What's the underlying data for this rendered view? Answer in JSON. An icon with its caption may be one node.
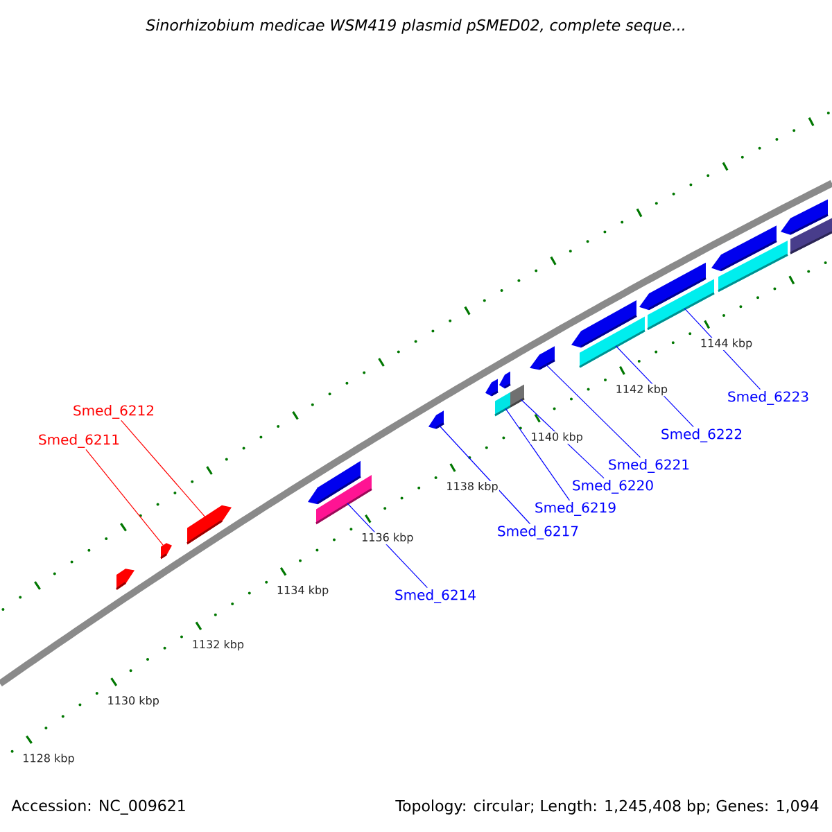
{
  "diagram": {
    "title": "Sinorhizobium medicae WSM419 plasmid pSMED02, complete seque...",
    "nodes": [
      {
        "text": [
          "Smed_6211"
        ]
      },
      {
        "text": [
          "Smed_6212"
        ]
      },
      {
        "text": [
          "Smed_6214"
        ]
      },
      {
        "text": [
          "Smed_6217"
        ]
      },
      {
        "text": [
          "Smed_6219"
        ]
      },
      {
        "text": [
          "Smed_6220"
        ]
      },
      {
        "text": [
          "Smed_6221"
        ]
      },
      {
        "text": [
          "Smed_6222"
        ]
      },
      {
        "text": [
          "Smed_6223"
        ]
      },
      {
        "text": [],
        "shape": "arrow"
      },
      {
        "text": [],
        "shape": "arrow"
      },
      {
        "text": [],
        "shape": "arrow"
      },
      {
        "text": [],
        "shape": "arrow"
      },
      {
        "text": [],
        "shape": "box"
      },
      {
        "text": [],
        "shape": "arrow"
      },
      {
        "text": [],
        "shape": "arrow"
      },
      {
        "text": [],
        "shape": "box"
      },
      {
        "text": [],
        "shape": "arrow"
      },
      {
        "text": [],
        "shape": "box"
      },
      {
        "text": [],
        "shape": "arrow"
      },
      {
        "text": [],
        "shape": "arrow"
      },
      {
        "text": [],
        "shape": "box"
      },
      {
        "text": [],
        "shape": "arrow"
      },
      {
        "text": [],
        "shape": "box"
      },
      {
        "text": [],
        "shape": "arrow"
      },
      {
        "text": [],
        "shape": "box"
      },
      {
        "text": [],
        "shape": "arrow"
      },
      {
        "text": [],
        "shape": "box"
      }
    ],
    "edges": [
      {
        "from": 0,
        "to": 10,
        "arrow": "none",
        "color": "#ff0000"
      },
      {
        "from": 1,
        "to": 11,
        "arrow": "none",
        "color": "#ff0000"
      },
      {
        "from": 2,
        "to": 13,
        "arrow": "none"
      },
      {
        "from": 3,
        "to": 14,
        "arrow": "none"
      },
      {
        "from": 4,
        "to": 16,
        "arrow": "none"
      },
      {
        "from": 5,
        "to": 18,
        "arrow": "none"
      },
      {
        "from": 6,
        "to": 19,
        "arrow": "none"
      },
      {
        "from": 7,
        "to": 21,
        "arrow": "none"
      },
      {
        "from": 8,
        "to": 23,
        "arrow": "none"
      }
    ],
    "labels": [
      "1128 kbp",
      "1130 kbp",
      "1132 kbp",
      "1134 kbp",
      "1136 kbp",
      "1138 kbp",
      "1140 kbp",
      "1142 kbp",
      "1144 kbp",
      "Accession: NC_009621",
      "Topology: circular; Length: 1,245,408 bp; Genes: 1,094"
    ]
  }
}
